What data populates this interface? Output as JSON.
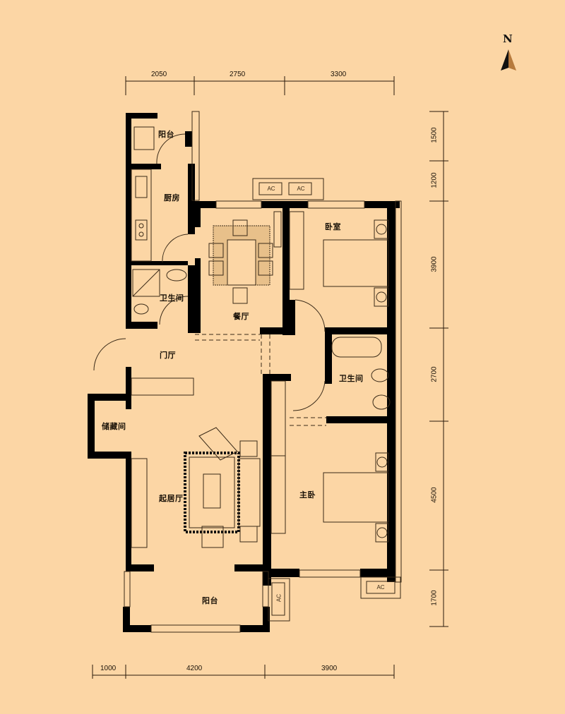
{
  "compass": {
    "label": "N"
  },
  "dimensions": {
    "top": [
      "2050",
      "2750",
      "3300"
    ],
    "right": [
      "1500",
      "1200",
      "3900",
      "2700",
      "4500",
      "1700"
    ],
    "bottom": [
      "1000",
      "4200",
      "3900"
    ]
  },
  "rooms": {
    "balcony_north": "阳台",
    "kitchen": "厨房",
    "bathroom_west": "卫生间",
    "dining": "餐厅",
    "bedroom": "卧室",
    "foyer": "门厅",
    "bathroom_east": "卫生间",
    "storage": "储藏间",
    "living": "起居厅",
    "master_bedroom": "主卧",
    "balcony_south": "阳台"
  },
  "ac_units": [
    "AC",
    "AC",
    "AC",
    "AC"
  ],
  "colors": {
    "background": "#fcd6a5",
    "wall": "#000000",
    "line": "#3a2a18"
  }
}
